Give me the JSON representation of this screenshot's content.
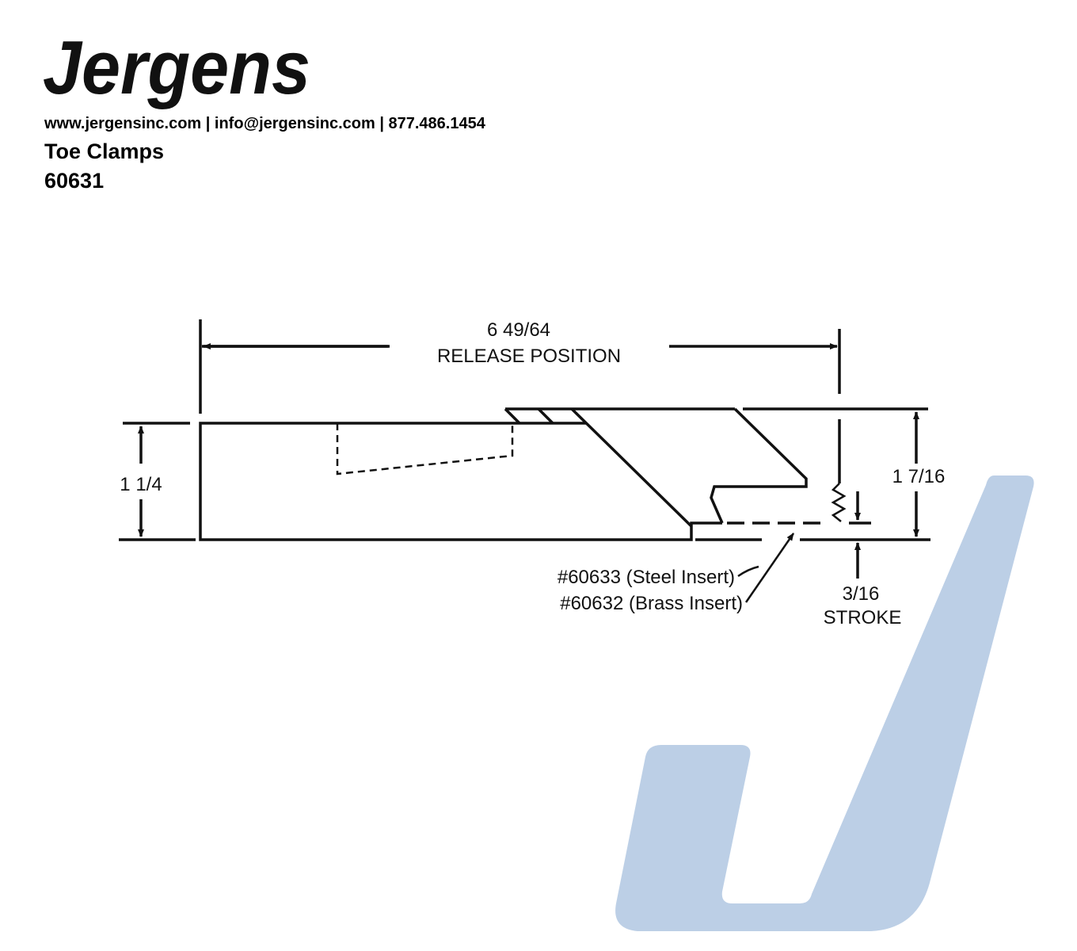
{
  "brand": {
    "logo_text": "Jergens",
    "color": "#2a62b5",
    "watermark_color": "#bccfe6"
  },
  "header": {
    "contact": "www.jergensinc.com | info@jergensinc.com | 877.486.1454",
    "title": "Toe Clamps",
    "part_number": "60631"
  },
  "drawing": {
    "release_length": "6 49/64",
    "release_label": "RELEASE POSITION",
    "base_height": "1 1/4",
    "total_height": "1 7/16",
    "insert_steel": "#60633 (Steel Insert)",
    "insert_brass": "#60632 (Brass Insert)",
    "stroke_value": "3/16",
    "stroke_label": "STROKE"
  }
}
